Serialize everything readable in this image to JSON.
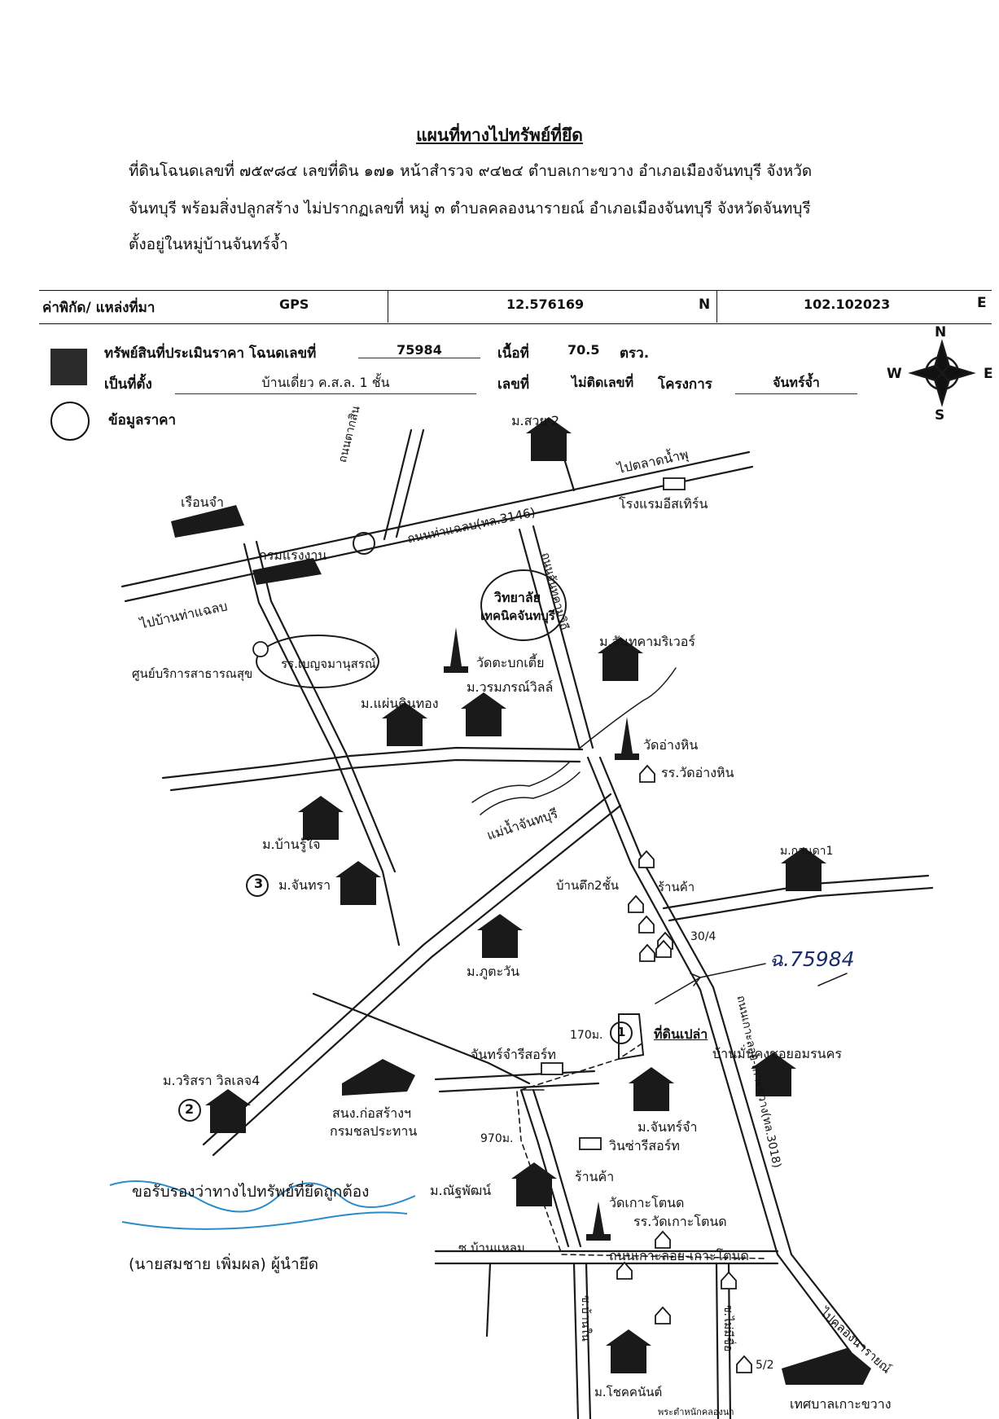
{
  "document": {
    "title": "แผนที่ทางไปทรัพย์ที่ยึด",
    "description_lines": [
      "ที่ดินโฉนดเลขที่ ๗๕๙๘๔ เลขที่ดิน ๑๗๑ หน้าสำรวจ ๙๔๒๔ ตำบลเกาะขวาง อำเภอเมืองจันทบุรี จังหวัด",
      "จันทบุรี พร้อมสิ่งปลูกสร้าง ไม่ปรากฏเลขที่ หมู่ ๓ ตำบลคลองนารายณ์ อำเภอเมืองจันทบุรี จังหวัดจันทบุรี",
      "ตั้งอยู่ในหมู่บ้านจันทร์จ้ำ"
    ]
  },
  "coordinates": {
    "label": "ค่าพิกัด/  แหล่งที่มา",
    "source": "GPS",
    "lat": "12.576169",
    "lat_dir": "N",
    "lon": "102.102023",
    "lon_dir": "E"
  },
  "legend": {
    "property_label": "ทรัพย์สินที่ประเมินราคา โฉนดเลขที่",
    "deed_no": "75984",
    "area_label": "เนื้อที่",
    "area_value": "70.5",
    "area_unit": "ตรว.",
    "location_label": "เป็นที่ตั้ง",
    "location_value": "บ้านเดี่ยว ค.ส.ล. 1 ชั้น",
    "number_label": "เลขที่",
    "number_value": "ไม่ติดเลขที่",
    "project_label": "โครงการ",
    "project_value": "จันทร์จ้ำ",
    "price_info_label": "ข้อมูลราคา"
  },
  "compass": {
    "n": "N",
    "s": "S",
    "e": "E",
    "w": "W"
  },
  "map_labels": {
    "m_suay2": "ม.สวย 2",
    "to_talad_namphu": "ไปตลาดน้ำพุ",
    "hotel_eastern": "โรงแรมอีสเทิร์น",
    "thanon_trakosin": "ถนนตากสิน",
    "thanon_thachalaep": "ถนนท่าแฉลบ(ทล.3146)",
    "riang_jam": "เรือนจำ",
    "kromraengngan": "กรมแรงงาน",
    "to_ban_thachalaep": "ไปบ้านท่าแฉลบ",
    "thanon_chantakham": "ถนนจันทคามวิถี",
    "college": "วิทยาลัย",
    "college2": "เทคนิคจันทบุรี",
    "wat_takhian": "วัดตะบกเตี้ย",
    "m_chantakham": "ม.จันทคามริเวอร์",
    "health_center": "ศูนย์บริการสาธารณสุข",
    "school_boonyama": "รร.เบญจมานุสรณ์",
    "m_worrakon": "ม.วรมภรณ์วิลล์",
    "m_phaendinthong": "ม.แผ่นดินทอง",
    "wat_anghin": "วัดอ่างหิน",
    "school_anghin": "รร.วัดอ่างหิน",
    "river": "แม่น้ำจันทบุรี",
    "m_banrujai": "ม.บ้านรู้ใจ",
    "m_chanthra": "ม.จันทรา",
    "m_kanda1": "ม.กานดา1",
    "house_2storey": "บ้านตึก2ชั้น",
    "shop1": "ร้านค้า",
    "no_30_4": "30/4",
    "m_phuttawan": "ม.ภูตะวัน",
    "deed_handwritten": "ฉ.75984",
    "empty_land": "ที่ดินเปล่า",
    "thanon_kokhloi": "ถนนเกาะลอย-เกาะขวาง(ทล.3018)",
    "chanjam_resort": "จันทร์จำรีสอร์ท",
    "dist_170": "170ม.",
    "ban_mankhong": "บ้านมั่นคงชอยอมรนคร",
    "m_wirisa": "ม.วริสรา วิลเลจ4",
    "office_korsang": "สนง.ก่อสร้างฯ",
    "office_korsang2": "กรมชลประทาน",
    "m_chanjam": "ม.จันทร์จำ",
    "dist_970": "970ม.",
    "winsa_resort": "วินซ่ารีสอร์ท",
    "m_tanyaphon": "ม.ณัฐพัฒน์",
    "shop2": "ร้านค้า",
    "wat_kotanod": "วัดเกาะโตนด",
    "school_kotanod": "รร.วัดเกาะโตนด",
    "soi_banlaem": "ซ.บ้านแหลม",
    "thanon_kokhloi_kotanod": "ถนนเกาะลอย-เกาะโตนด",
    "soi_bannai": "ซ.บ้านใน",
    "soi_maisrithi": "ซ.ไม่มีชื่อ",
    "to_khlongnarai": "ไปคลองนารายณ์",
    "m_chokkanan": "ม.โชคคนันต์",
    "no_5_2": "5/2",
    "temple_road_bottom": "พระตำหนักคลองนา",
    "municipality": "เทศบาลเกาะขวาง",
    "marker1": "1",
    "marker2": "2",
    "marker3": "3"
  },
  "certification": {
    "statement": "ขอรับรองว่าทางไปทรัพย์ที่ยึดถูกต้อง",
    "signer": "(นายสมชาย  เพิ่มผล) ผู้นำยึด"
  },
  "colors": {
    "ink": "#111111",
    "signature_ink": "#2a8bc9",
    "handwriting": "#1a2a6a"
  }
}
